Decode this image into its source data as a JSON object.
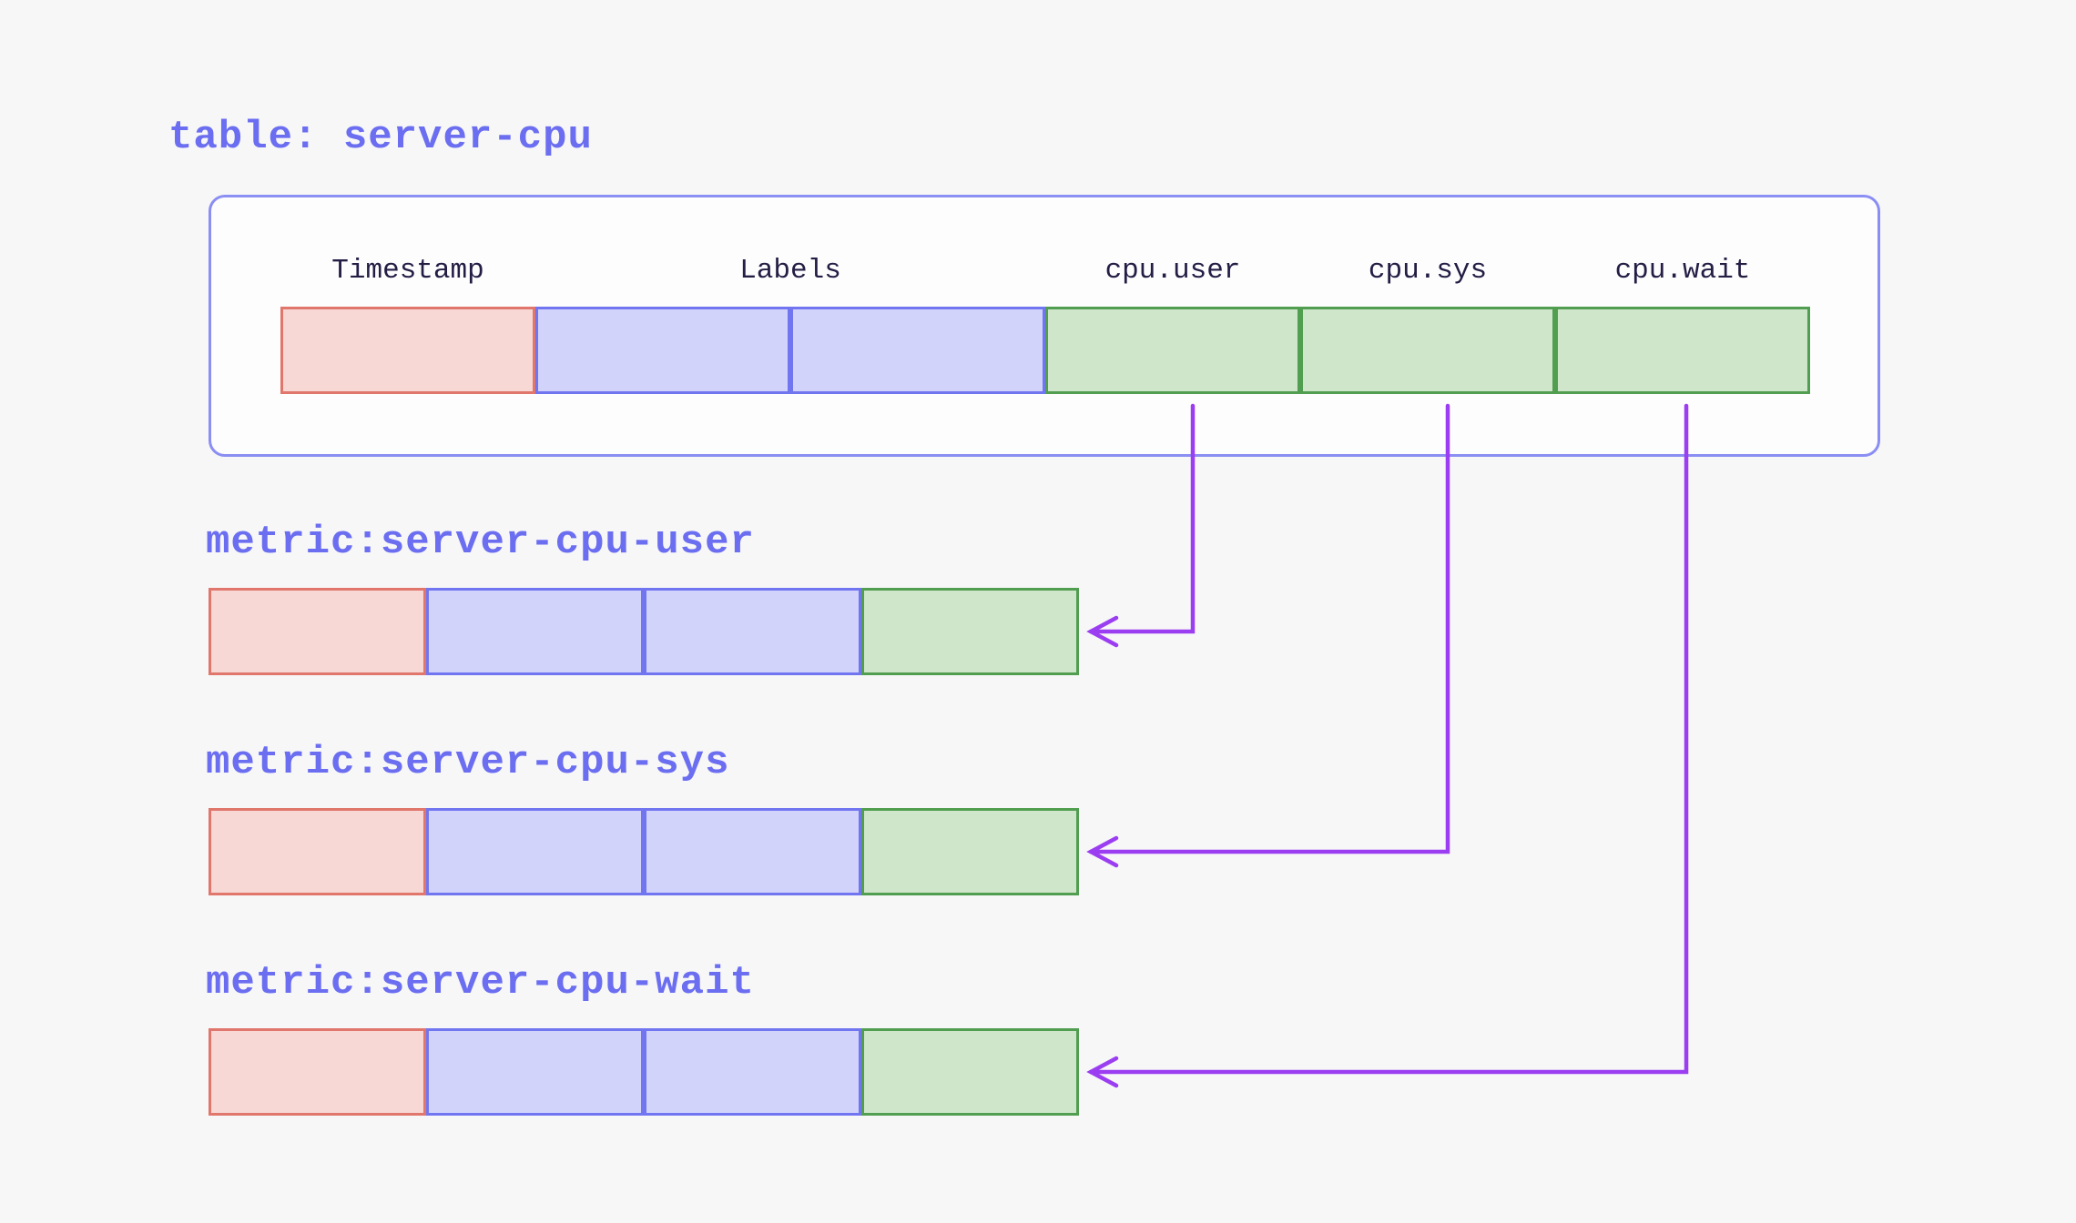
{
  "colors": {
    "bg": "#f7f7f8",
    "panel": "#fdfdfe",
    "panelBorder": "#8b8ef2",
    "heading": "#6b6ef0",
    "headerText": "#241d44",
    "pinkFill": "#f7d8d4",
    "pinkBorder": "#e0766c",
    "blueFill": "#d2d3fb",
    "blueBorder": "#7176f0",
    "greenFill": "#cfe6cb",
    "greenBorder": "#519e50",
    "arrow": "#9b3df0"
  },
  "table": {
    "title": "table: server-cpu",
    "columns": [
      {
        "label": "Timestamp",
        "kind": "timestamp"
      },
      {
        "label": "Labels",
        "kind": "labels",
        "cell_span": 2
      },
      {
        "label": "cpu.user",
        "kind": "value"
      },
      {
        "label": "cpu.sys",
        "kind": "value"
      },
      {
        "label": "cpu.wait",
        "kind": "value"
      }
    ],
    "row_cells": [
      "timestamp",
      "label",
      "label",
      "value",
      "value",
      "value"
    ]
  },
  "metrics": [
    {
      "title": "metric:server-cpu-user",
      "source_column": "cpu.user",
      "row_cells": [
        "timestamp",
        "label",
        "label",
        "value"
      ]
    },
    {
      "title": "metric:server-cpu-sys",
      "source_column": "cpu.sys",
      "row_cells": [
        "timestamp",
        "label",
        "label",
        "value"
      ]
    },
    {
      "title": "metric:server-cpu-wait",
      "source_column": "cpu.wait",
      "row_cells": [
        "timestamp",
        "label",
        "label",
        "value"
      ]
    }
  ]
}
